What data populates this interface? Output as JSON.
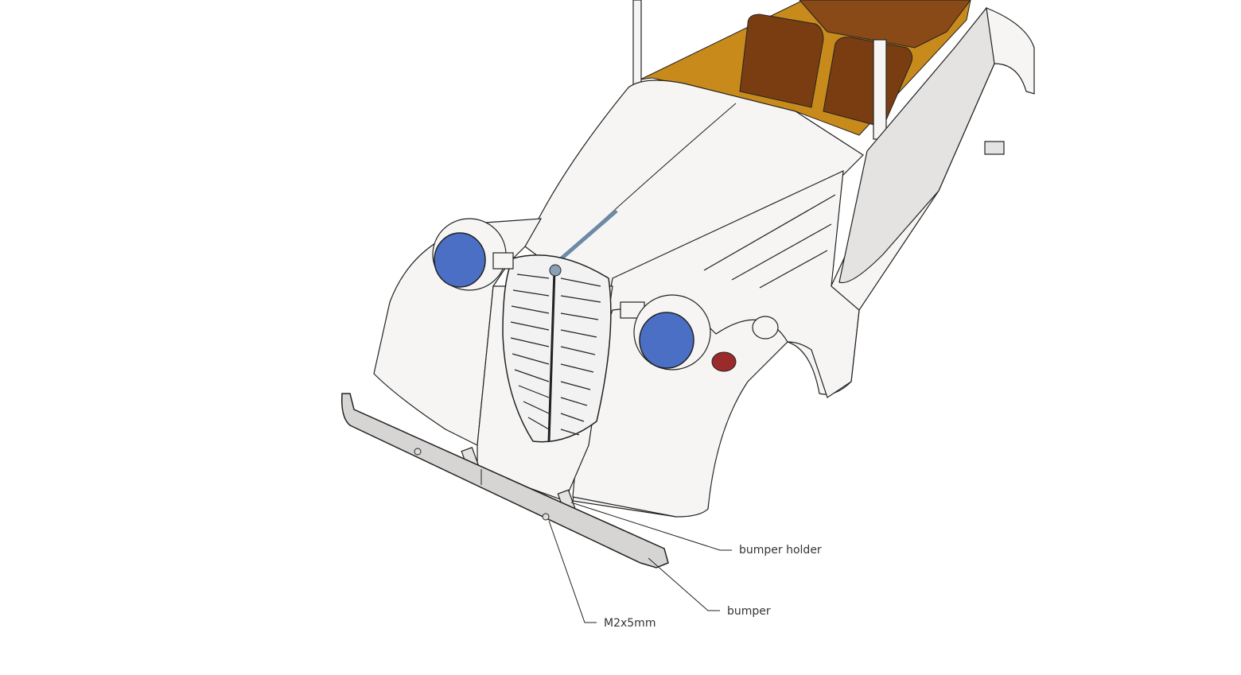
{
  "labels": {
    "bumper_holder": "bumper holder",
    "bumper": "bumper",
    "screw": "M2x5mm"
  },
  "colors": {
    "headlight_lens": "#4a6fc4",
    "interior": "#c98a1c",
    "seat": "#7a3d12",
    "body": "#f6f5f4",
    "leader": "#222222"
  }
}
